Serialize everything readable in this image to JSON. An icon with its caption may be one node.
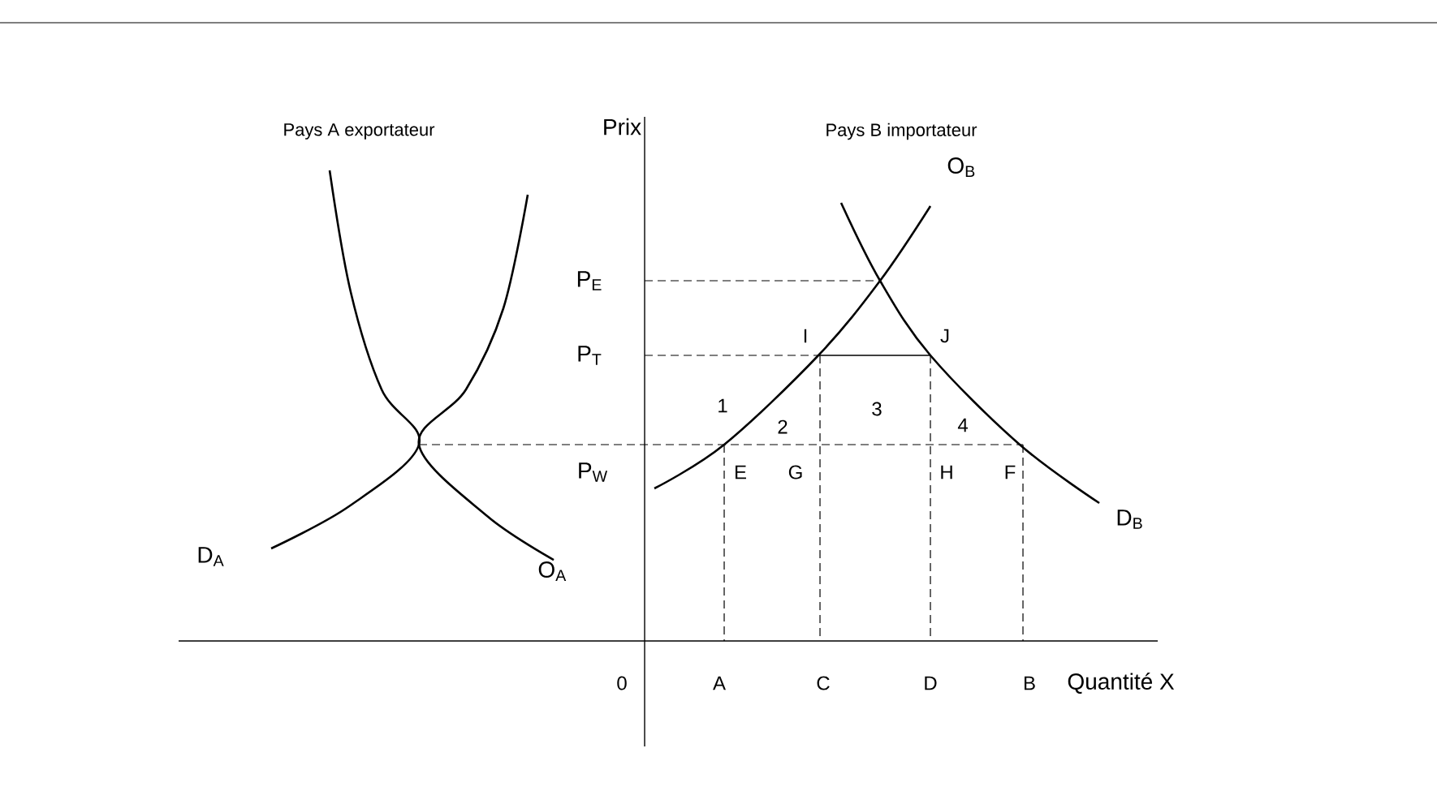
{
  "diagram": {
    "labels": [
      "Pays A exportateur",
      "Prix",
      "Pays B importateur",
      "O$_{B}$",
      "P$_{E}$",
      "P$_{T}$",
      "I",
      "J",
      "1",
      "3",
      "2",
      "4",
      "P$_{W}$",
      "E",
      "G",
      "H",
      "F",
      "D$_{B}$",
      "D$_{A}$",
      "O$_{A}$",
      "0",
      "A",
      "C",
      "D",
      "B",
      "Quantité X"
    ]
  }
}
